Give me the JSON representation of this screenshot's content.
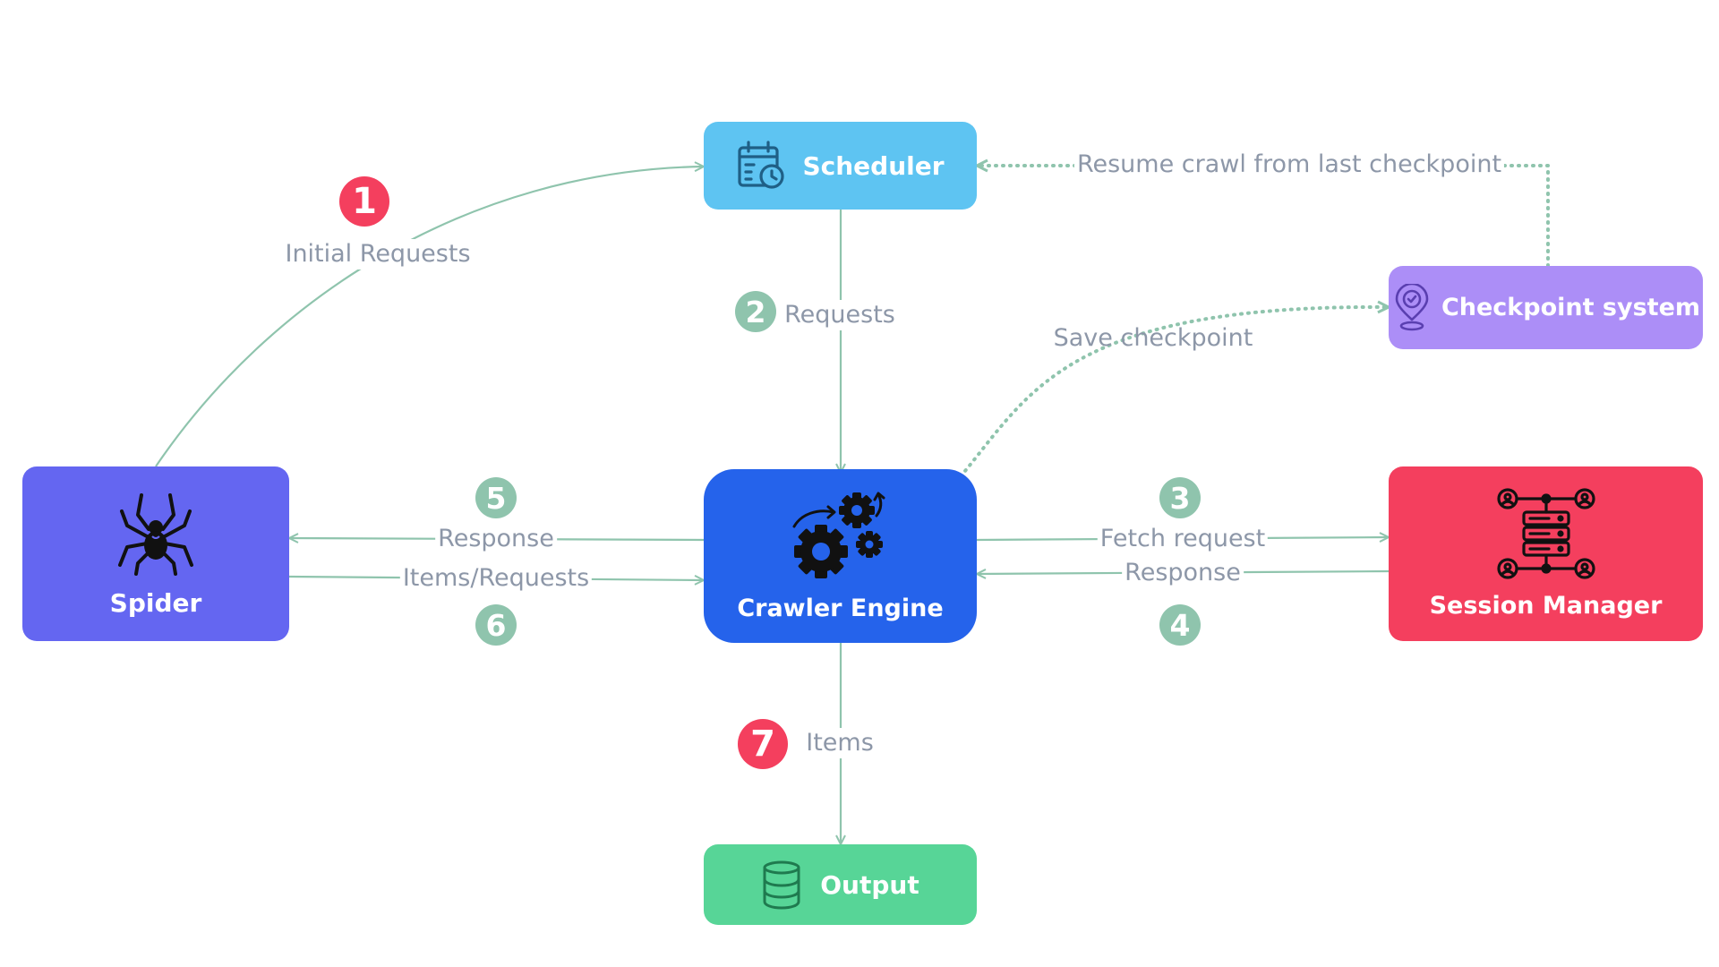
{
  "colors": {
    "scheduler": "#5ec4f2",
    "checkpoint": "#ac8ef7",
    "spider": "#6466f1",
    "engine": "#2563eb",
    "session": "#f43f5e",
    "output": "#57d597",
    "edge": "#8fc4ad",
    "label": "#8d97a8",
    "badge_green": "#8fc4ad",
    "badge_red": "#f43f5e"
  },
  "nodes": {
    "scheduler": {
      "label": "Scheduler",
      "icon": "calendar-clock-icon"
    },
    "checkpoint": {
      "label": "Checkpoint system",
      "icon": "location-check-icon"
    },
    "spider": {
      "label": "Spider",
      "icon": "spider-icon"
    },
    "engine": {
      "label": "Crawler Engine",
      "icon": "gears-icon"
    },
    "session": {
      "label": "Session Manager",
      "icon": "server-network-icon"
    },
    "output": {
      "label": "Output",
      "icon": "database-icon"
    }
  },
  "edges": {
    "initial_requests": "Initial Requests",
    "requests": "Requests",
    "resume": "Resume crawl from last checkpoint",
    "save_checkpoint": "Save checkpoint",
    "response_left": "Response",
    "items_requests": "Items/Requests",
    "fetch_request": "Fetch request",
    "response_right": "Response",
    "items": "Items"
  },
  "badges": {
    "b1": "1",
    "b2": "2",
    "b3": "3",
    "b4": "4",
    "b5": "5",
    "b6": "6",
    "b7": "7"
  }
}
